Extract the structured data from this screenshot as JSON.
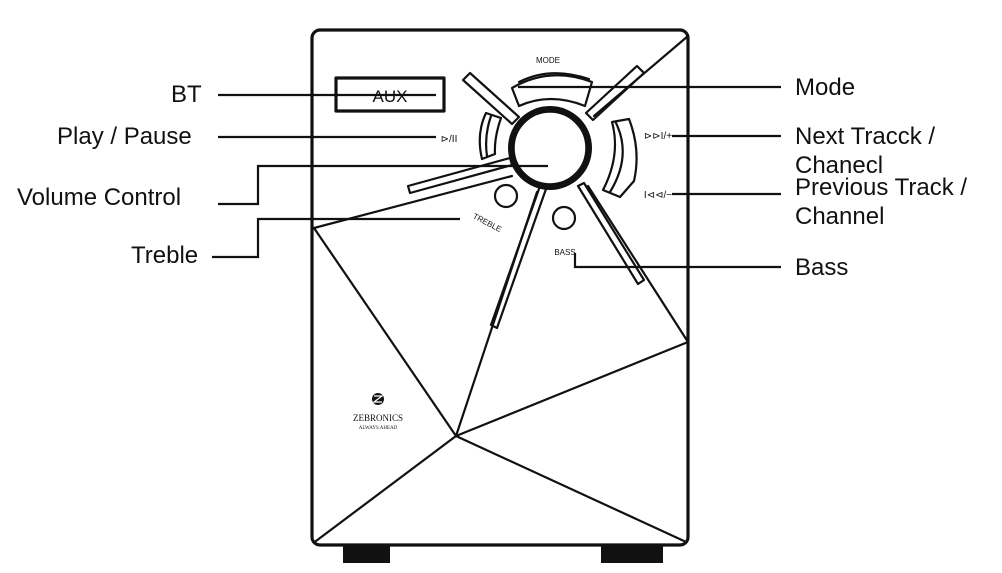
{
  "callouts": {
    "bt": "BT",
    "play_pause": "Play / Pause",
    "volume_control": "Volume  Control",
    "treble": "Treble",
    "mode": "Mode",
    "next_track_1": "Next Tracck /",
    "next_track_2": "Chanecl",
    "prev_track_1": "Previous Track /",
    "prev_track_2": "Channel",
    "bass": "Bass"
  },
  "panel": {
    "display_text": "AUX",
    "mode_text": "MODE",
    "play_pause_symbol": "⊳/II",
    "next_symbol": "⊳⊳I/+",
    "prev_symbol": "I⊲⊲/−",
    "treble_text": "TREBLE",
    "bass_text": "BASS",
    "brand_name": "ZEBRONICS",
    "brand_tagline": "ALWAYS AHEAD"
  },
  "colors": {
    "line": "#111111",
    "background": "#ffffff",
    "feet": "#111111"
  }
}
